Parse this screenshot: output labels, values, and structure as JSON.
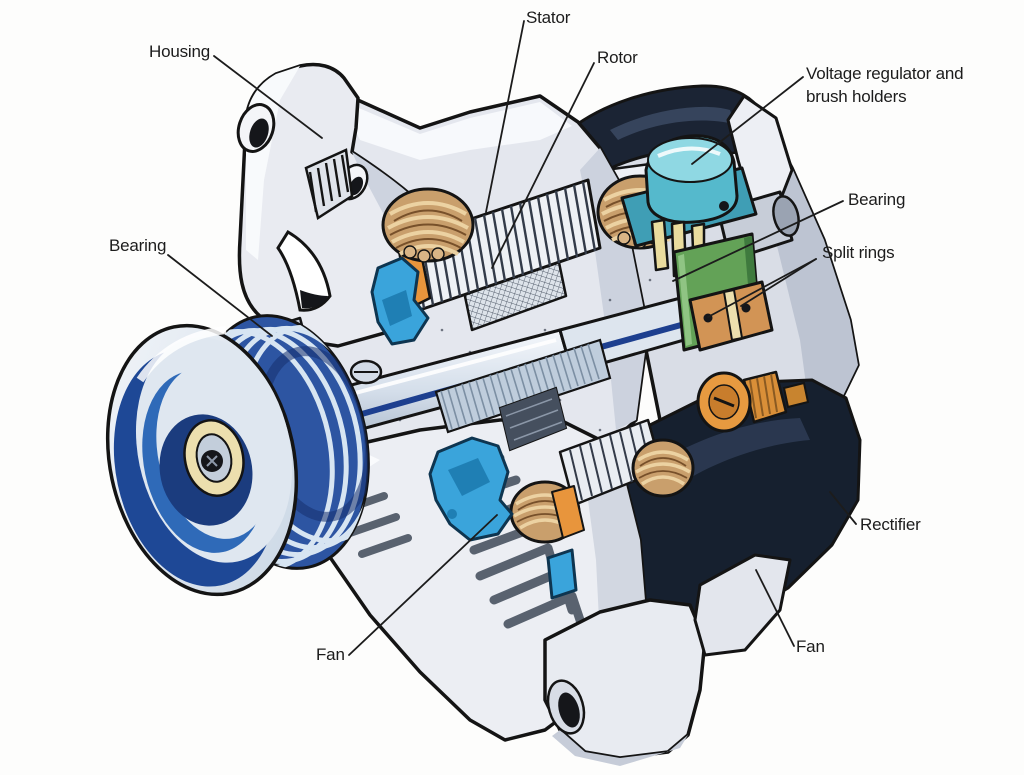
{
  "labels": {
    "housing": "Housing",
    "bearing_left": "Bearing",
    "stator": "Stator",
    "rotor": "Rotor",
    "voltage_regulator": {
      "line1": "Voltage regulator and",
      "line2": "brush holders"
    },
    "bearing_right": "Bearing",
    "split_rings": "Split rings",
    "rectifier": "Rectifier",
    "fan_right": "Fan",
    "fan_left": "Fan"
  },
  "colors": {
    "background": "#fdfdfc",
    "outline": "#141414",
    "label_text": "#1c1c1c",
    "leader_line": "#1c1c1c",
    "housing_light": "#e6e9ef",
    "housing_shade": "#c5cbd7",
    "dark_cover_navy": "#17202f",
    "pulley_face": "#dfe7f0",
    "pulley_blue_dark": "#1e4896",
    "pulley_blue_mid": "#2f6ab8",
    "copper_winding": "#c99f6c",
    "slip_ring_copper": "#d29455",
    "regulator_teal": "#55b9cc",
    "brush_holder_cream": "#eadc9e",
    "fan_blue": "#3aa4db",
    "green_block": "#63a257",
    "orange_part": "#e79a40"
  }
}
